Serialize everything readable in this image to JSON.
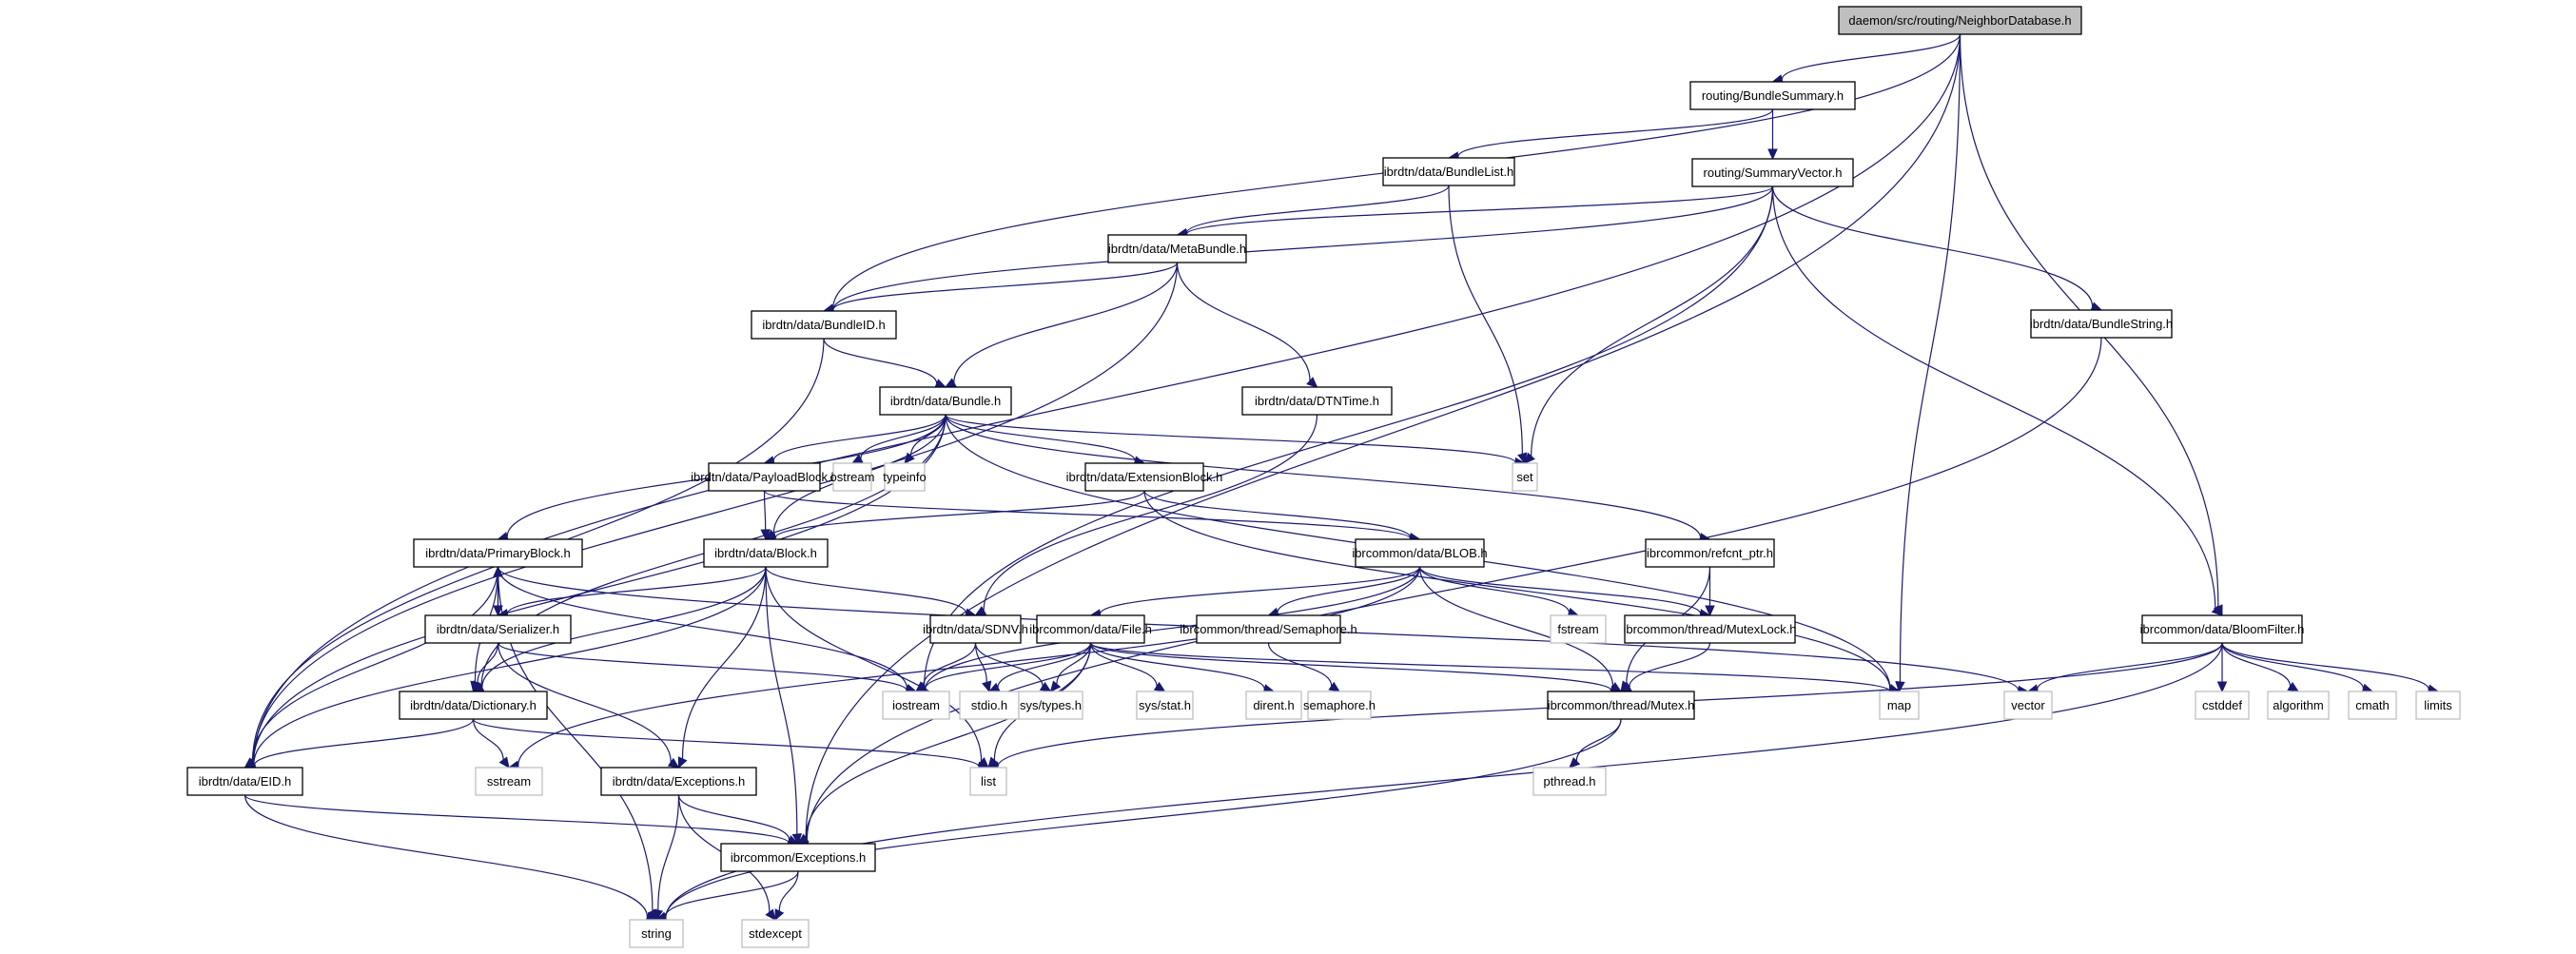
{
  "diagram": {
    "type": "include-dependency-graph",
    "colors": {
      "edge": "#191970",
      "root_fill": "#bfbfbf",
      "node_border": "#000000",
      "external_border": "#bfbfbf"
    },
    "root": "daemon/src/routing/NeighborDatabase.h",
    "nodes": [
      {
        "id": "root",
        "label": "daemon/src/routing/NeighborDatabase.h",
        "kind": "root"
      },
      {
        "id": "bsum",
        "label": "routing/BundleSummary.h",
        "kind": "internal"
      },
      {
        "id": "svec",
        "label": "routing/SummaryVector.h",
        "kind": "internal"
      },
      {
        "id": "blist",
        "label": "ibrdtn/data/BundleList.h",
        "kind": "internal"
      },
      {
        "id": "meta",
        "label": "ibrdtn/data/MetaBundle.h",
        "kind": "internal"
      },
      {
        "id": "bid",
        "label": "ibrdtn/data/BundleID.h",
        "kind": "internal"
      },
      {
        "id": "bundle",
        "label": "ibrdtn/data/Bundle.h",
        "kind": "internal"
      },
      {
        "id": "dtntime",
        "label": "ibrdtn/data/DTNTime.h",
        "kind": "internal"
      },
      {
        "id": "bstring",
        "label": "ibrdtn/data/BundleString.h",
        "kind": "internal"
      },
      {
        "id": "payload",
        "label": "ibrdtn/data/PayloadBlock.h",
        "kind": "internal"
      },
      {
        "id": "ostream",
        "label": "ostream",
        "kind": "external"
      },
      {
        "id": "typeinfo",
        "label": "typeinfo",
        "kind": "external"
      },
      {
        "id": "ext",
        "label": "ibrdtn/data/ExtensionBlock.h",
        "kind": "internal"
      },
      {
        "id": "set",
        "label": "set",
        "kind": "external"
      },
      {
        "id": "primary",
        "label": "ibrdtn/data/PrimaryBlock.h",
        "kind": "internal"
      },
      {
        "id": "block",
        "label": "ibrdtn/data/Block.h",
        "kind": "internal"
      },
      {
        "id": "blob",
        "label": "ibrcommon/data/BLOB.h",
        "kind": "internal"
      },
      {
        "id": "refcnt",
        "label": "ibrcommon/refcnt_ptr.h",
        "kind": "internal"
      },
      {
        "id": "serial",
        "label": "ibrdtn/data/Serializer.h",
        "kind": "internal"
      },
      {
        "id": "sdnv",
        "label": "ibrdtn/data/SDNV.h",
        "kind": "internal"
      },
      {
        "id": "file",
        "label": "ibrcommon/data/File.h",
        "kind": "internal"
      },
      {
        "id": "sema",
        "label": "ibrcommon/thread/Semaphore.h",
        "kind": "internal"
      },
      {
        "id": "fstream",
        "label": "fstream",
        "kind": "external"
      },
      {
        "id": "mlock",
        "label": "ibrcommon/thread/MutexLock.h",
        "kind": "internal"
      },
      {
        "id": "bloom",
        "label": "ibrcommon/data/BloomFilter.h",
        "kind": "internal"
      },
      {
        "id": "dict",
        "label": "ibrdtn/data/Dictionary.h",
        "kind": "internal"
      },
      {
        "id": "iostream",
        "label": "iostream",
        "kind": "external"
      },
      {
        "id": "stdio",
        "label": "stdio.h",
        "kind": "external"
      },
      {
        "id": "systypes",
        "label": "sys/types.h",
        "kind": "external"
      },
      {
        "id": "sysstat",
        "label": "sys/stat.h",
        "kind": "external"
      },
      {
        "id": "dirent",
        "label": "dirent.h",
        "kind": "external"
      },
      {
        "id": "semaphore",
        "label": "semaphore.h",
        "kind": "external"
      },
      {
        "id": "mutex",
        "label": "ibrcommon/thread/Mutex.h",
        "kind": "internal"
      },
      {
        "id": "map",
        "label": "map",
        "kind": "external"
      },
      {
        "id": "vector",
        "label": "vector",
        "kind": "external"
      },
      {
        "id": "cstddef",
        "label": "cstddef",
        "kind": "external"
      },
      {
        "id": "algorithm",
        "label": "algorithm",
        "kind": "external"
      },
      {
        "id": "cmath",
        "label": "cmath",
        "kind": "external"
      },
      {
        "id": "limits",
        "label": "limits",
        "kind": "external"
      },
      {
        "id": "eid",
        "label": "ibrdtn/data/EID.h",
        "kind": "internal"
      },
      {
        "id": "sstream",
        "label": "sstream",
        "kind": "external"
      },
      {
        "id": "dexc",
        "label": "ibrdtn/data/Exceptions.h",
        "kind": "internal"
      },
      {
        "id": "list",
        "label": "list",
        "kind": "external"
      },
      {
        "id": "pthread",
        "label": "pthread.h",
        "kind": "external"
      },
      {
        "id": "cexc",
        "label": "ibrcommon/Exceptions.h",
        "kind": "internal"
      },
      {
        "id": "string",
        "label": "string",
        "kind": "external"
      },
      {
        "id": "stdexcept",
        "label": "stdexcept",
        "kind": "external"
      }
    ],
    "edges": [
      [
        "root",
        "bsum"
      ],
      [
        "root",
        "bid"
      ],
      [
        "root",
        "eid"
      ],
      [
        "root",
        "map"
      ],
      [
        "root",
        "bloom"
      ],
      [
        "root",
        "cexc"
      ],
      [
        "bsum",
        "svec"
      ],
      [
        "bsum",
        "blist"
      ],
      [
        "svec",
        "meta"
      ],
      [
        "svec",
        "bid"
      ],
      [
        "svec",
        "set"
      ],
      [
        "svec",
        "bstring"
      ],
      [
        "svec",
        "bloom"
      ],
      [
        "svec",
        "iostream"
      ],
      [
        "blist",
        "meta"
      ],
      [
        "blist",
        "set"
      ],
      [
        "meta",
        "bid"
      ],
      [
        "meta",
        "bundle"
      ],
      [
        "meta",
        "dtntime"
      ],
      [
        "meta",
        "eid"
      ],
      [
        "bid",
        "bundle"
      ],
      [
        "bid",
        "eid"
      ],
      [
        "bundle",
        "payload"
      ],
      [
        "bundle",
        "ostream"
      ],
      [
        "bundle",
        "typeinfo"
      ],
      [
        "bundle",
        "ext"
      ],
      [
        "bundle",
        "set"
      ],
      [
        "bundle",
        "primary"
      ],
      [
        "bundle",
        "block"
      ],
      [
        "bundle",
        "refcnt"
      ],
      [
        "bundle",
        "map"
      ],
      [
        "bundle",
        "dict"
      ],
      [
        "bundle",
        "eid"
      ],
      [
        "dtntime",
        "sdnv"
      ],
      [
        "bstring",
        "cexc"
      ],
      [
        "payload",
        "block"
      ],
      [
        "payload",
        "blob"
      ],
      [
        "ext",
        "block"
      ],
      [
        "ext",
        "blob"
      ],
      [
        "ext",
        "map"
      ],
      [
        "primary",
        "serial"
      ],
      [
        "primary",
        "dict"
      ],
      [
        "primary",
        "eid"
      ],
      [
        "primary",
        "iostream"
      ],
      [
        "primary",
        "string"
      ],
      [
        "primary",
        "vector"
      ],
      [
        "block",
        "serial"
      ],
      [
        "block",
        "sdnv"
      ],
      [
        "block",
        "dict"
      ],
      [
        "block",
        "dexc"
      ],
      [
        "block",
        "cexc"
      ],
      [
        "block",
        "list"
      ],
      [
        "block",
        "eid"
      ],
      [
        "blob",
        "file"
      ],
      [
        "blob",
        "sema"
      ],
      [
        "blob",
        "fstream"
      ],
      [
        "blob",
        "mlock"
      ],
      [
        "blob",
        "mutex"
      ],
      [
        "blob",
        "iostream"
      ],
      [
        "blob",
        "sstream"
      ],
      [
        "refcnt",
        "mlock"
      ],
      [
        "refcnt",
        "mutex"
      ],
      [
        "serial",
        "primary"
      ],
      [
        "serial",
        "dict"
      ],
      [
        "serial",
        "dexc"
      ],
      [
        "serial",
        "iostream"
      ],
      [
        "sdnv",
        "iostream"
      ],
      [
        "sdnv",
        "stdio"
      ],
      [
        "sdnv",
        "systypes"
      ],
      [
        "file",
        "iostream"
      ],
      [
        "file",
        "stdio"
      ],
      [
        "file",
        "systypes"
      ],
      [
        "file",
        "sysstat"
      ],
      [
        "file",
        "dirent"
      ],
      [
        "file",
        "list"
      ],
      [
        "file",
        "map"
      ],
      [
        "file",
        "mutex"
      ],
      [
        "file",
        "cexc"
      ],
      [
        "sema",
        "semaphore"
      ],
      [
        "mlock",
        "mutex"
      ],
      [
        "mutex",
        "pthread"
      ],
      [
        "mutex",
        "string"
      ],
      [
        "bloom",
        "vector"
      ],
      [
        "bloom",
        "cstddef"
      ],
      [
        "bloom",
        "algorithm"
      ],
      [
        "bloom",
        "cmath"
      ],
      [
        "bloom",
        "limits"
      ],
      [
        "bloom",
        "list"
      ],
      [
        "bloom",
        "string"
      ],
      [
        "dict",
        "eid"
      ],
      [
        "dict",
        "sstream"
      ],
      [
        "dict",
        "list"
      ],
      [
        "eid",
        "cexc"
      ],
      [
        "eid",
        "string"
      ],
      [
        "dexc",
        "cexc"
      ],
      [
        "dexc",
        "string"
      ],
      [
        "dexc",
        "stdexcept"
      ],
      [
        "cexc",
        "string"
      ],
      [
        "cexc",
        "stdexcept"
      ]
    ]
  }
}
